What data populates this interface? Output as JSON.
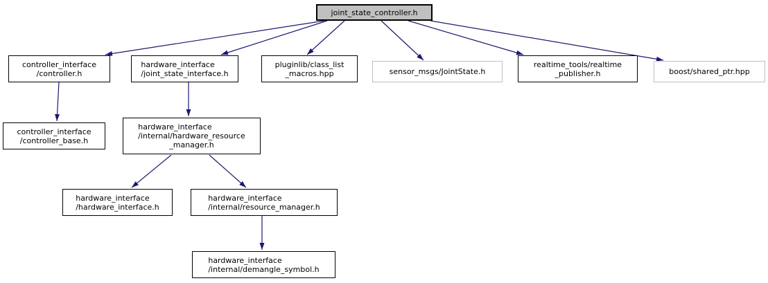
{
  "graph": {
    "kind": "include-dependency-graph",
    "colors": {
      "edge": "#191970",
      "main_node_fill": "#c0c0c0",
      "node_border": "#000000",
      "external_border": "#c0c0c0",
      "text": "#000000",
      "background": "#ffffff"
    },
    "nodes": {
      "main": {
        "file": "joint_state_controller.h",
        "lines": [
          "joint_state_controller.h"
        ]
      },
      "controller": {
        "file": "controller_interface/controller.h",
        "lines": [
          "controller_interface",
          "/controller.h"
        ]
      },
      "joint_state_interface": {
        "file": "hardware_interface/joint_state_interface.h",
        "lines": [
          "hardware_interface",
          "/joint_state_interface.h"
        ]
      },
      "class_list_macros": {
        "file": "pluginlib/class_list_macros.hpp",
        "lines": [
          "pluginlib/class_list",
          "_macros.hpp"
        ]
      },
      "joint_state_msg": {
        "file": "sensor_msgs/JointState.h",
        "lines": [
          "sensor_msgs/JointState.h"
        ]
      },
      "realtime_publisher": {
        "file": "realtime_tools/realtime_publisher.h",
        "lines": [
          "realtime_tools/realtime",
          "_publisher.h"
        ]
      },
      "shared_ptr": {
        "file": "boost/shared_ptr.hpp",
        "lines": [
          "boost/shared_ptr.hpp"
        ]
      },
      "controller_base": {
        "file": "controller_interface/controller_base.h",
        "lines": [
          "controller_interface",
          "/controller_base.h"
        ]
      },
      "hardware_resource_manager": {
        "file": "hardware_interface/internal/hardware_resource_manager.h",
        "lines": [
          "hardware_interface",
          "/internal/hardware_resource",
          "_manager.h"
        ]
      },
      "hardware_interface": {
        "file": "hardware_interface/hardware_interface.h",
        "lines": [
          "hardware_interface",
          "/hardware_interface.h"
        ]
      },
      "resource_manager": {
        "file": "hardware_interface/internal/resource_manager.h",
        "lines": [
          "hardware_interface",
          "/internal/resource_manager.h"
        ]
      },
      "demangle_symbol": {
        "file": "hardware_interface/internal/demangle_symbol.h",
        "lines": [
          "hardware_interface",
          "/internal/demangle_symbol.h"
        ]
      }
    },
    "edges": [
      {
        "from": "joint_state_controller.h",
        "to": "controller_interface/controller.h"
      },
      {
        "from": "joint_state_controller.h",
        "to": "hardware_interface/joint_state_interface.h"
      },
      {
        "from": "joint_state_controller.h",
        "to": "pluginlib/class_list_macros.hpp"
      },
      {
        "from": "joint_state_controller.h",
        "to": "sensor_msgs/JointState.h"
      },
      {
        "from": "joint_state_controller.h",
        "to": "realtime_tools/realtime_publisher.h"
      },
      {
        "from": "joint_state_controller.h",
        "to": "boost/shared_ptr.hpp"
      },
      {
        "from": "controller_interface/controller.h",
        "to": "controller_interface/controller_base.h"
      },
      {
        "from": "hardware_interface/joint_state_interface.h",
        "to": "hardware_interface/internal/hardware_resource_manager.h"
      },
      {
        "from": "hardware_interface/internal/hardware_resource_manager.h",
        "to": "hardware_interface/hardware_interface.h"
      },
      {
        "from": "hardware_interface/internal/hardware_resource_manager.h",
        "to": "hardware_interface/internal/resource_manager.h"
      },
      {
        "from": "hardware_interface/internal/resource_manager.h",
        "to": "hardware_interface/internal/demangle_symbol.h"
      }
    ]
  }
}
